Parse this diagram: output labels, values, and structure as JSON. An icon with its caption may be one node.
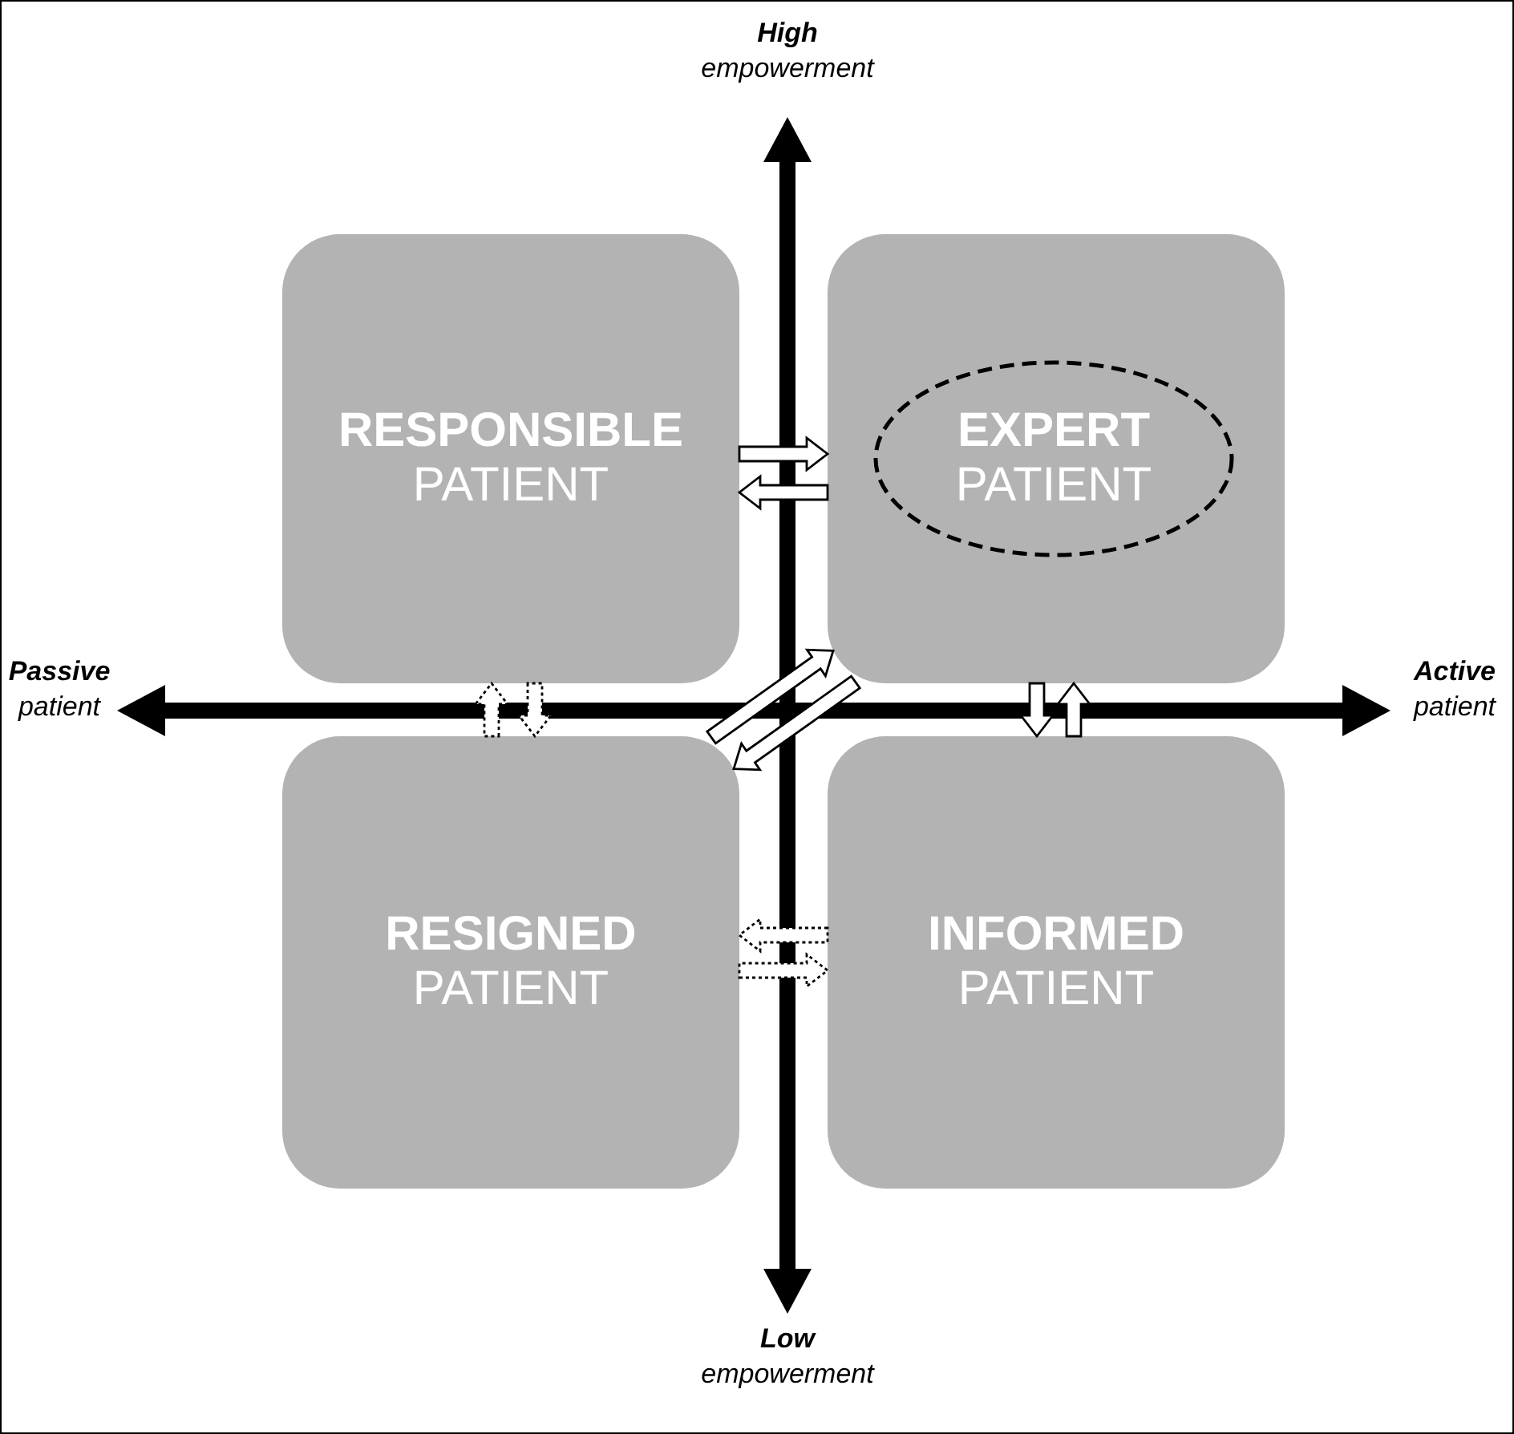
{
  "diagram": {
    "nodes": [
      {
        "text": [
          "RESPONSIBLE",
          "PATIENT"
        ]
      },
      {
        "text": [],
        "shape": "box"
      },
      {
        "text": [
          "EXPERT",
          "PATIENT"
        ],
        "in": 1
      },
      {
        "text": [
          "RESIGNED",
          "PATIENT"
        ]
      },
      {
        "text": [
          "INFORMED",
          "PATIENT"
        ]
      }
    ],
    "edges": [
      {
        "from": 0,
        "to": 1,
        "arrow": "to"
      },
      {
        "from": 1,
        "to": 0,
        "arrow": "to"
      },
      {
        "from": 3,
        "to": 0,
        "arrow": "to",
        "style": "dashed"
      },
      {
        "from": 0,
        "to": 3,
        "arrow": "to",
        "style": "dashed"
      },
      {
        "from": 1,
        "to": 4,
        "arrow": "to"
      },
      {
        "from": 4,
        "to": 1,
        "arrow": "to"
      },
      {
        "from": 3,
        "to": 1,
        "arrow": "to"
      },
      {
        "from": 1,
        "to": 3,
        "arrow": "to"
      },
      {
        "from": 4,
        "to": 3,
        "arrow": "to",
        "style": "dashed"
      },
      {
        "from": 3,
        "to": 4,
        "arrow": "to",
        "style": "dashed"
      }
    ],
    "labels": [
      "High",
      "empowerment",
      "Passive",
      "patient",
      "Active",
      "patient",
      "Low",
      "empowerment"
    ]
  }
}
